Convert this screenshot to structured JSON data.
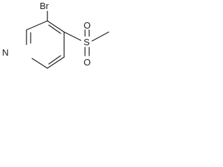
{
  "molecule": {
    "atom_labels": {
      "bromine": "Br",
      "nitrogen": "N",
      "sulfur": "S",
      "oxygen_top": "O",
      "oxygen_bottom": "O"
    }
  }
}
